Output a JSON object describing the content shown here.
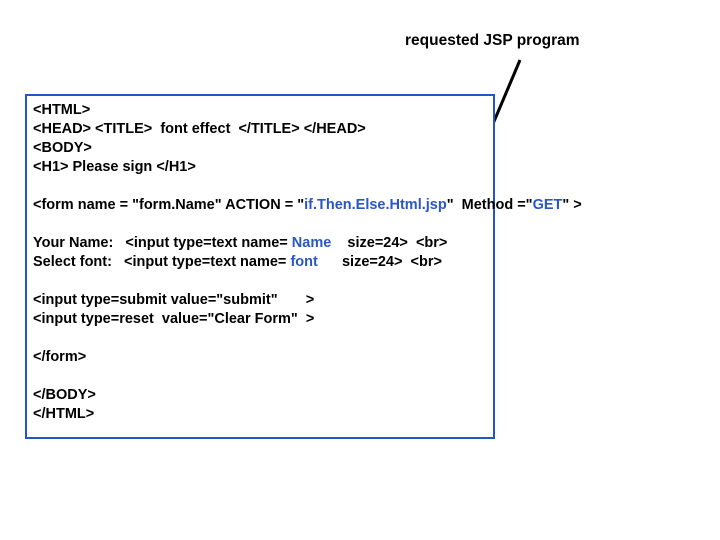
{
  "annotation": {
    "label": "requested JSP program",
    "arrow": "diagonal-arrow-down-left"
  },
  "code": {
    "lines": [
      {
        "id": "line-html",
        "text": "<HTML>"
      },
      {
        "id": "line-head",
        "text": "<HEAD> <TITLE>  font effect  </TITLE> </HEAD>"
      },
      {
        "id": "line-body",
        "text": "<BODY>"
      },
      {
        "id": "line-h1",
        "text": "<H1> Please sign </H1>"
      },
      {
        "id": "line-endform",
        "text": "</form>"
      },
      {
        "id": "line-endbody",
        "text": "</BODY>"
      },
      {
        "id": "line-endhtml",
        "text": "</HTML>"
      }
    ],
    "form_line": {
      "part1": "<form name = \"form.Name\" ACTION = \"",
      "action": "if.Then.Else.Html.jsp",
      "part2": "\"  Method =\"",
      "method": "GET",
      "part3": "\" >"
    },
    "name_line": {
      "part1": "Your Name:   <input type=text name= ",
      "field": "Name",
      "part2": "    size=24>  <br>"
    },
    "font_line": {
      "part1": "Select font:   <input type=text name= ",
      "field": "font",
      "part2": "      size=24>  <br>"
    },
    "submit_line": "<input type=submit value=\"submit\"       >",
    "reset_line": "<input type=reset  value=\"Clear Form\"  >"
  },
  "colors": {
    "border": "#2255cc",
    "highlight": "#2a56c6",
    "text": "#000000"
  }
}
